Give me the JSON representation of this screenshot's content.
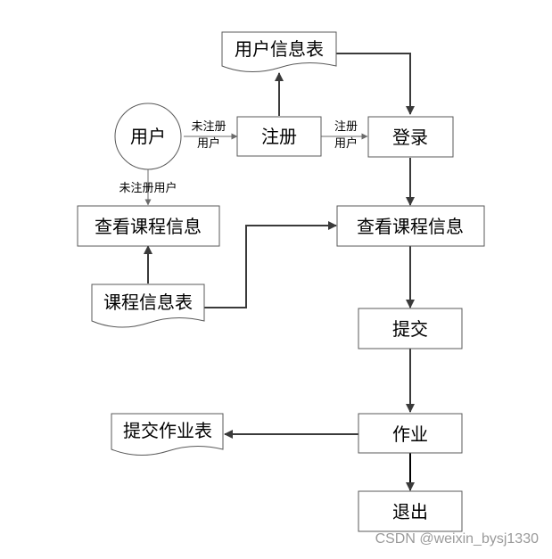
{
  "nodes": {
    "user": "用户",
    "register": "注册",
    "user_table": "用户信息表",
    "login": "登录",
    "view_course_guest": "查看课程信息",
    "course_table": "课程信息表",
    "view_course_member": "查看课程信息",
    "submit": "提交",
    "homework": "作业",
    "homework_table": "提交作业表",
    "logout": "退出"
  },
  "edge_labels": {
    "user_to_register": [
      "未注册",
      "用户"
    ],
    "register_to_login": [
      "注册",
      "用户"
    ],
    "user_to_view": "未注册用户"
  },
  "watermark": "CSDN @weixin_bysj1330",
  "colors": {
    "node_border": "#595959",
    "arrow_dark": "#3a3a3a",
    "arrow_light": "#6b6b6b"
  }
}
